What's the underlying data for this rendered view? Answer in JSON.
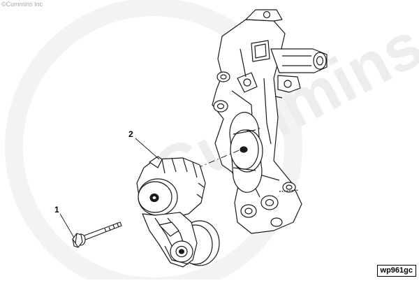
{
  "copyright": "©Cummins Inc",
  "watermark": "Cummins",
  "callouts": {
    "bolt": "1",
    "tensioner": "2"
  },
  "figure_code": "wp961gc",
  "colors": {
    "line": "#1a1a1a",
    "watermark": "#ececec",
    "copyright": "#a8a8a8"
  }
}
